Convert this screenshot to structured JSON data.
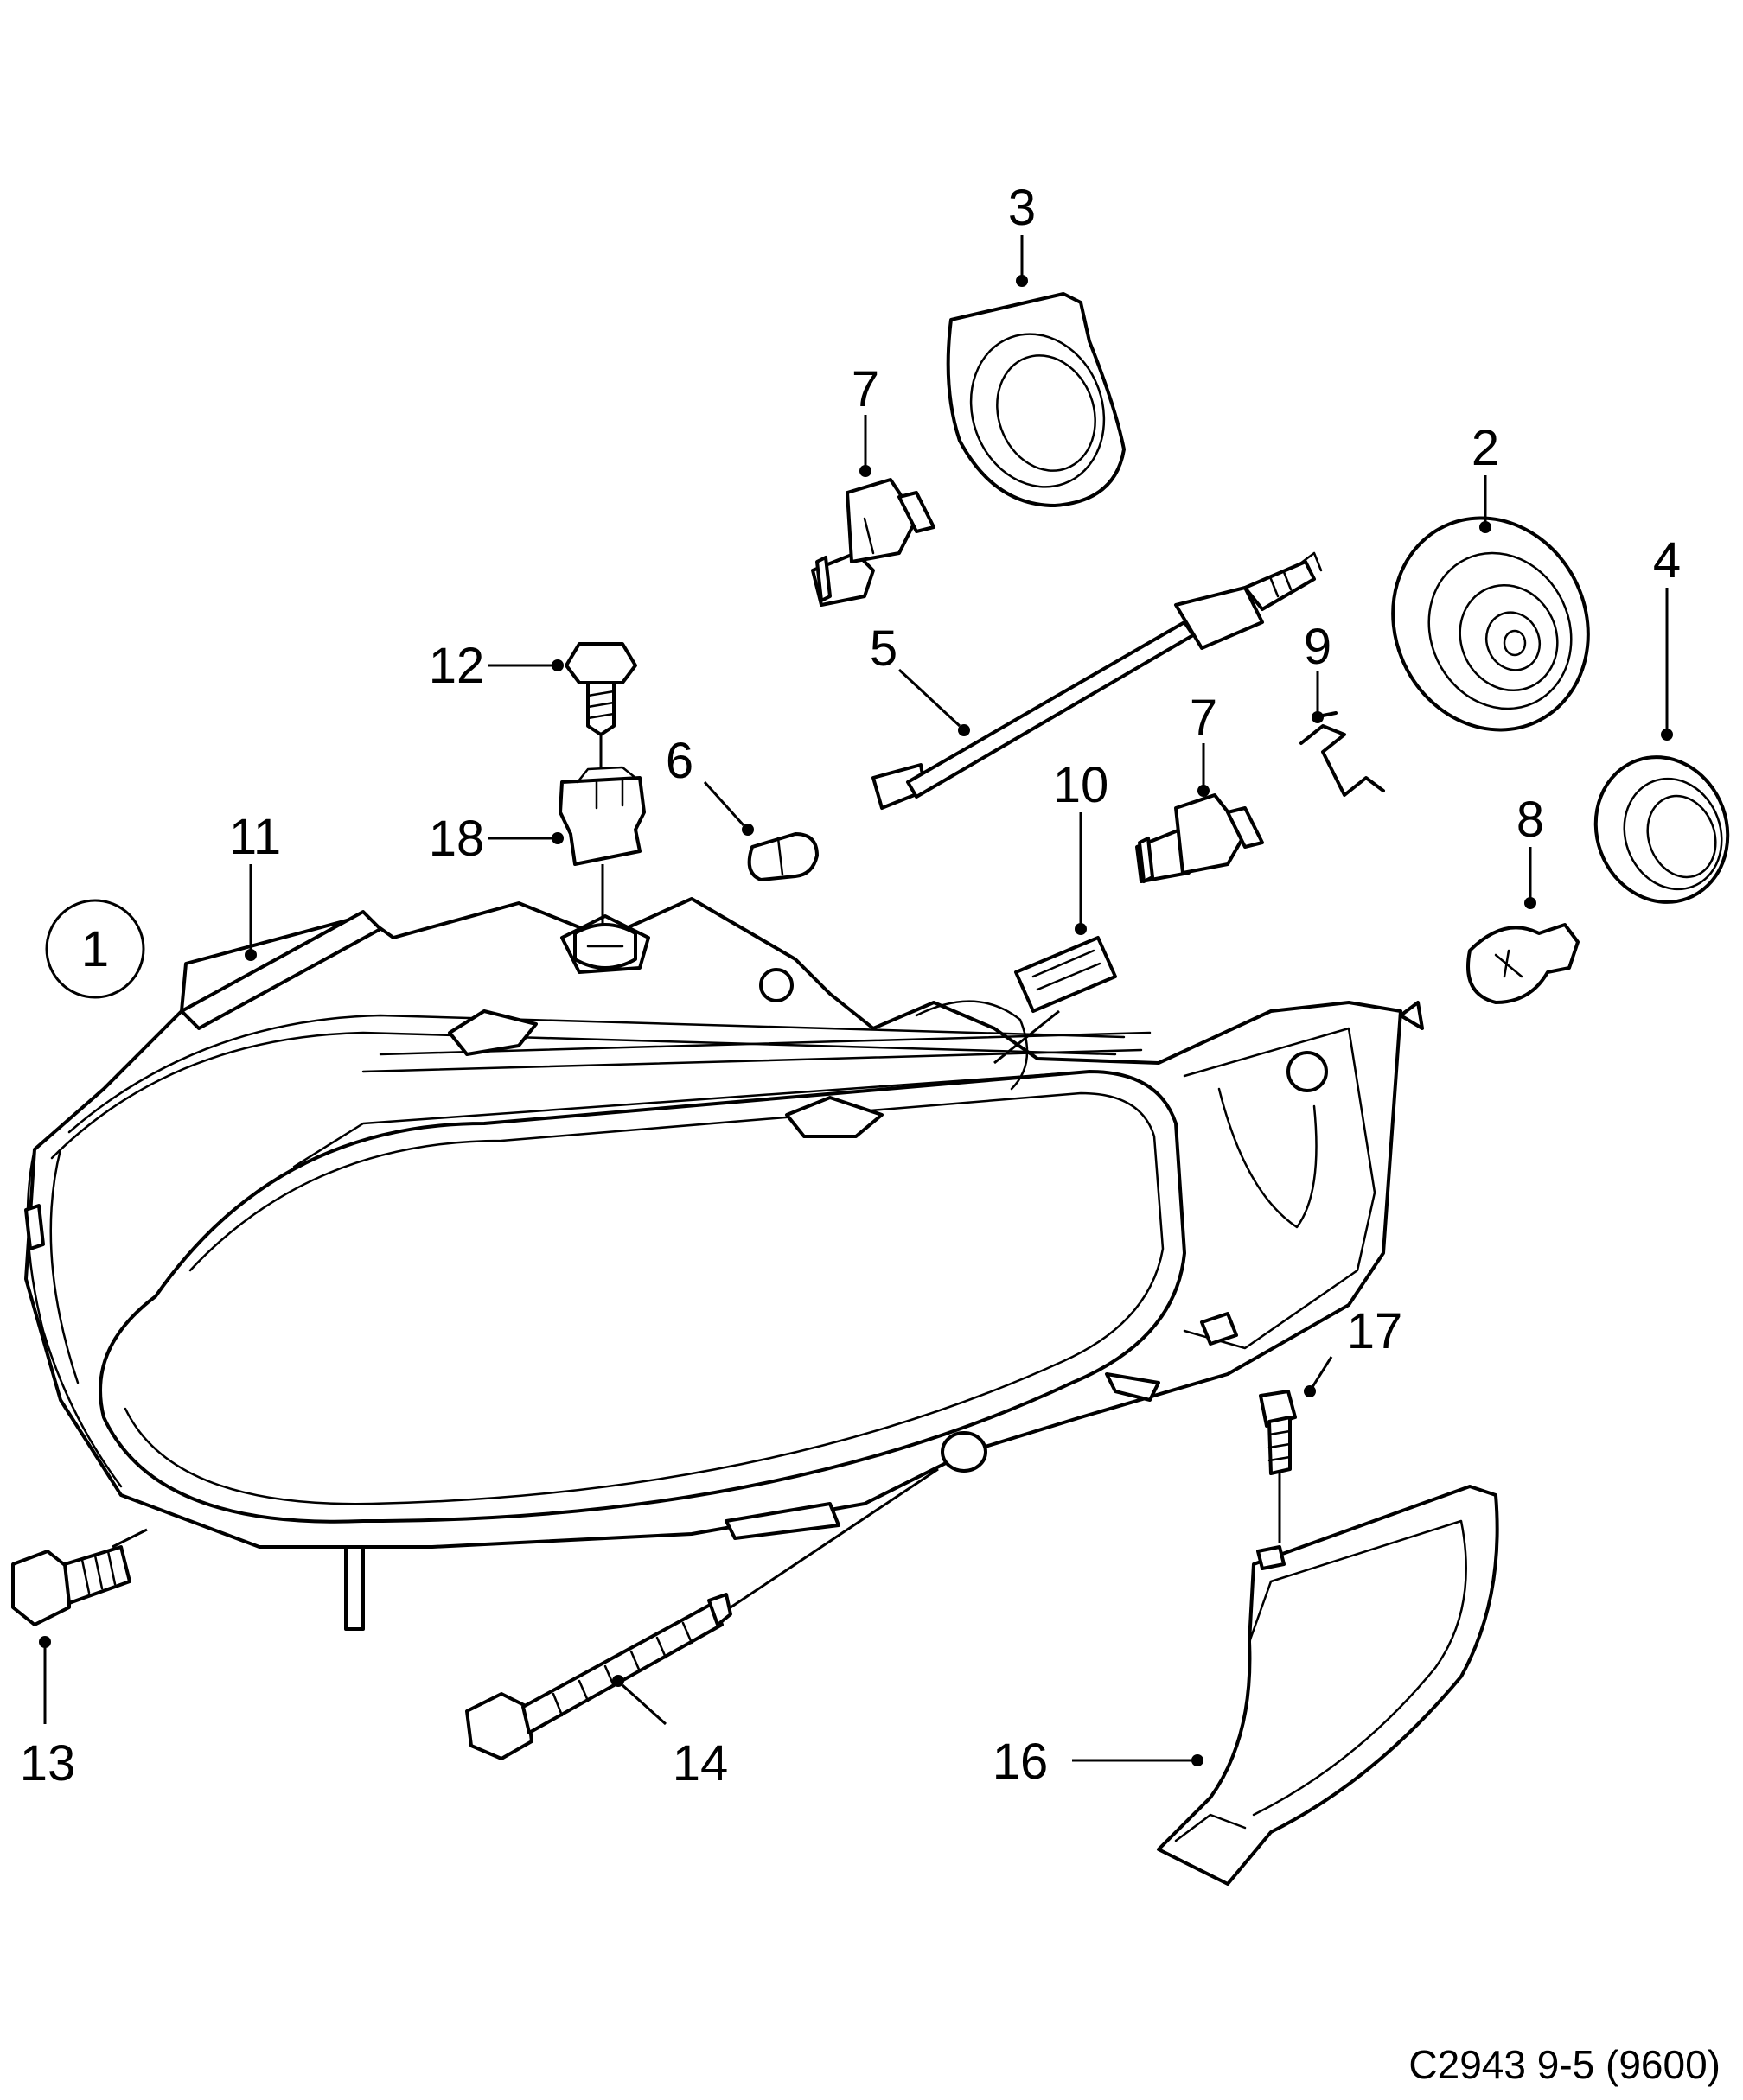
{
  "diagram": {
    "callouts": {
      "c1": "1",
      "c2": "2",
      "c3": "3",
      "c4": "4",
      "c5": "5",
      "c6": "6",
      "c7a": "7",
      "c7b": "7",
      "c8": "8",
      "c9": "9",
      "c10": "10",
      "c11": "11",
      "c12": "12",
      "c13": "13",
      "c14": "14",
      "c16": "16",
      "c17": "17",
      "c18": "18"
    },
    "caption": "C2943 9-5 (9600)"
  }
}
